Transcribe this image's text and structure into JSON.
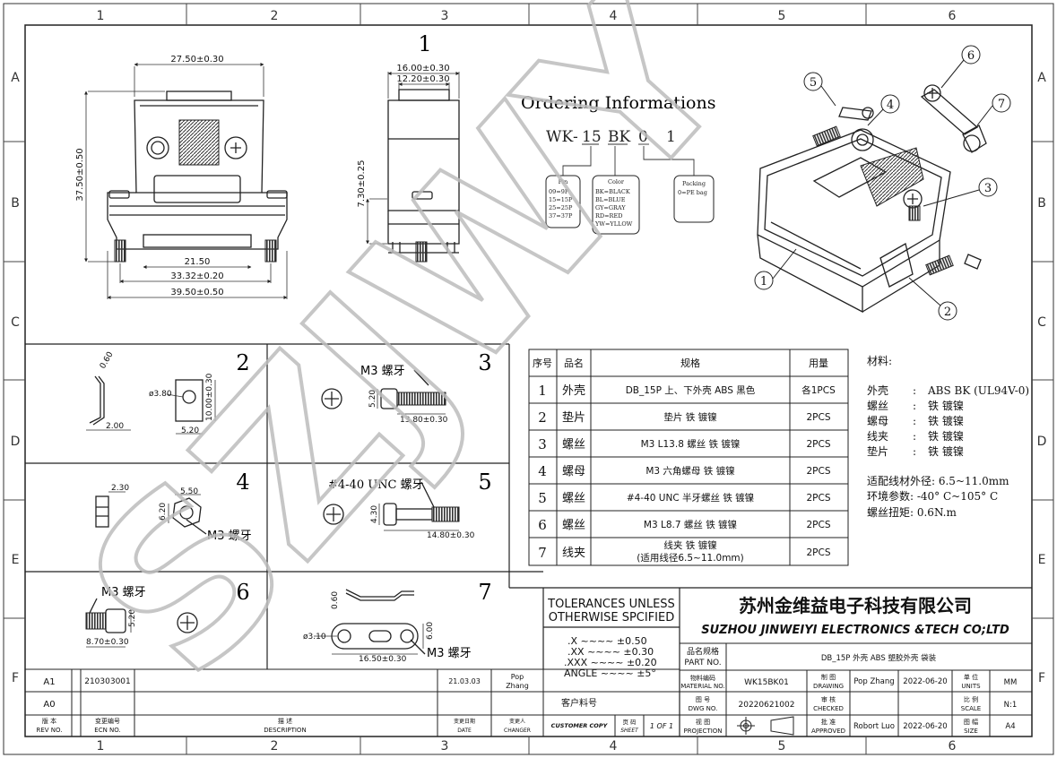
{
  "border": {
    "columns": [
      "1",
      "2",
      "3",
      "4",
      "5",
      "6"
    ],
    "rows": [
      "A",
      "B",
      "C",
      "D",
      "E",
      "F"
    ]
  },
  "main_view": {
    "label": "1",
    "dims_front": {
      "top_width": "27.50±0.30",
      "height": "37.50±0.50",
      "inner": "21.50",
      "mid": "33.32±0.20",
      "bottom": "39.50±0.50"
    },
    "dims_side": {
      "top1": "16.00±0.30",
      "top2": "12.20±0.30",
      "height": "7.30±0.25"
    }
  },
  "ordering": {
    "title": "Ordering Informations",
    "code": {
      "prefix": "WK",
      "dash": "-",
      "pin": "15",
      "color": "BK",
      "packing": "0",
      "suffix": "1"
    },
    "pin_box": {
      "title": "Pin",
      "items": [
        "09=9P",
        "15=15P",
        "25=25P",
        "37=37P"
      ]
    },
    "color_box": {
      "title": "Color",
      "items": [
        "BK=BLACK",
        "BL=BLUE",
        "GY=GRAY",
        "RD=RED",
        "YW=YLLOW"
      ]
    },
    "packing_box": {
      "title": "Packing",
      "items": [
        "0=PE bag"
      ]
    }
  },
  "exploded_callouts": [
    "1",
    "2",
    "3",
    "4",
    "5",
    "6",
    "7"
  ],
  "parts": {
    "p2": {
      "label": "2",
      "dims": [
        "0.60",
        "ø3.80",
        "10.00±0.30",
        "2.00",
        "5.20"
      ]
    },
    "p3": {
      "label": "3",
      "name": "M3  螺牙",
      "dims": [
        "5.20",
        "13.80±0.30"
      ]
    },
    "p4": {
      "label": "4",
      "name": "M3  螺牙",
      "dims": [
        "2.30",
        "5.50",
        "6.20"
      ]
    },
    "p5": {
      "label": "5",
      "name": "#4-40 UNC  螺牙",
      "dims": [
        "4.30",
        "14.80±0.30"
      ]
    },
    "p6": {
      "label": "6",
      "name": "M3  螺牙",
      "dims": [
        "5.20",
        "8.70±0.30"
      ]
    },
    "p7": {
      "label": "7",
      "name": "M3  螺牙",
      "dims": [
        "0.60",
        "ø3.10",
        "6.00",
        "16.50±0.30"
      ]
    }
  },
  "bom": {
    "headers": [
      "序号",
      "品名",
      "规格",
      "用量"
    ],
    "rows": [
      {
        "no": "1",
        "name": "外壳",
        "spec": "DB_15P  上、下外壳  ABS  黑色",
        "qty": "各1PCS"
      },
      {
        "no": "2",
        "name": "垫片",
        "spec": "垫片    铁    镀镍",
        "qty": "2PCS"
      },
      {
        "no": "3",
        "name": "螺丝",
        "spec": "M3   L13.8  螺丝  铁  镀镍",
        "qty": "2PCS"
      },
      {
        "no": "4",
        "name": "螺母",
        "spec": "M3   六角螺母    铁    镀镍",
        "qty": "2PCS"
      },
      {
        "no": "5",
        "name": "螺丝",
        "spec": "#4-40  UNC   半牙螺丝  铁  镀镍",
        "qty": "2PCS"
      },
      {
        "no": "6",
        "name": "螺丝",
        "spec": "M3   L8.7  螺丝  铁  镀镍",
        "qty": "2PCS"
      },
      {
        "no": "7",
        "name": "线夹",
        "spec": "线夹   铁    镀镍",
        "spec2": "(适用线径6.5~11.0mm)",
        "qty": "2PCS"
      }
    ]
  },
  "materials": {
    "title": "材料:",
    "items": [
      {
        "part": "外壳",
        "sep": ":",
        "mat": "ABS BK (UL94V-0)"
      },
      {
        "part": "螺丝",
        "sep": ":",
        "mat": "铁    镀镍"
      },
      {
        "part": "螺母",
        "sep": ":",
        "mat": "铁    镀镍"
      },
      {
        "part": "线夹",
        "sep": ":",
        "mat": "铁    镀镍"
      },
      {
        "part": "垫片",
        "sep": ":",
        "mat": "铁    镀镍"
      }
    ],
    "notes": [
      "适配线材外径: 6.5~11.0mm",
      "环境参数: -40° C~105° C",
      "螺丝扭矩: 0.6N.m"
    ]
  },
  "tolerances": {
    "title1": "TOLERANCES UNLESS",
    "title2": "OTHERWISE SPCIFIED",
    "lines": [
      ".X  ~~~~  ±0.50",
      ".XX  ~~~~  ±0.30",
      ".XXX  ~~~~  ±0.20",
      "ANGLE  ~~~~  ±5°"
    ]
  },
  "company": {
    "cn": "苏州金维益电子科技有限公司",
    "en": "SUZHOU JINWEIYI ELECTRONICS &TECH CO;LTD"
  },
  "title_block": {
    "part_no_label_cn": "品名规格",
    "part_no_label_en": "PART NO.",
    "part_desc": "DB_15P   外壳    ABS    塑胶外壳    袋装",
    "material_no_label_cn": "物料编码",
    "material_no_label_en": "MATERIAL NO.",
    "material_no": "WK15BK01",
    "drawing_label_cn": "制 图",
    "drawing_label_en": "DRAWING",
    "drawing_by": "Pop Zhang",
    "drawing_date": "2022-06-20",
    "units_label_cn": "单 位",
    "units_label_en": "UNITS",
    "units": "MM",
    "customer_no_label": "客户料号",
    "dwg_no_label_cn": "图 号",
    "dwg_no_label_en": "DWG NO.",
    "dwg_no": "20220621002",
    "checked_label_cn": "审 核",
    "checked_label_en": "CHECKED",
    "scale_label_cn": "比 例",
    "scale_label_en": "SCALE",
    "scale": "N:1",
    "customer_copy": "CUSTOMER COPY",
    "sheet_label_cn": "页 码",
    "sheet_label_en": "SHEET",
    "sheet": "1 OF 1",
    "projection_label_cn": "视 图",
    "projection_label_en": "PROJECTION",
    "approved_label_cn": "批 准",
    "approved_label_en": "APPROVED",
    "approved_by": "Robort Luo",
    "approved_date": "2022-06-20",
    "size_label_cn": "图 幅",
    "size_label_en": "SIZE",
    "size": "A4"
  },
  "revisions": {
    "rows": [
      {
        "rev": "A1",
        "ecn": "210303001",
        "date": "21.03.03",
        "changer1": "Pop",
        "changer2": "Zhang"
      },
      {
        "rev": "A0",
        "ecn": "",
        "date": "",
        "changer1": "",
        "changer2": ""
      }
    ],
    "headers": [
      {
        "cn": "版  本",
        "en": "REV NO."
      },
      {
        "cn": "变更编号",
        "en": "ECN NO."
      },
      {
        "cn": "描  述",
        "en": "DESCRIPTION"
      },
      {
        "cn": "变更日期",
        "en": "DATE"
      },
      {
        "cn": "变更人",
        "en": "CHANGER"
      }
    ]
  },
  "watermark": "SZJWY",
  "colors": {
    "line": "#2b2b2b",
    "watermark": "#bdbdbd"
  }
}
